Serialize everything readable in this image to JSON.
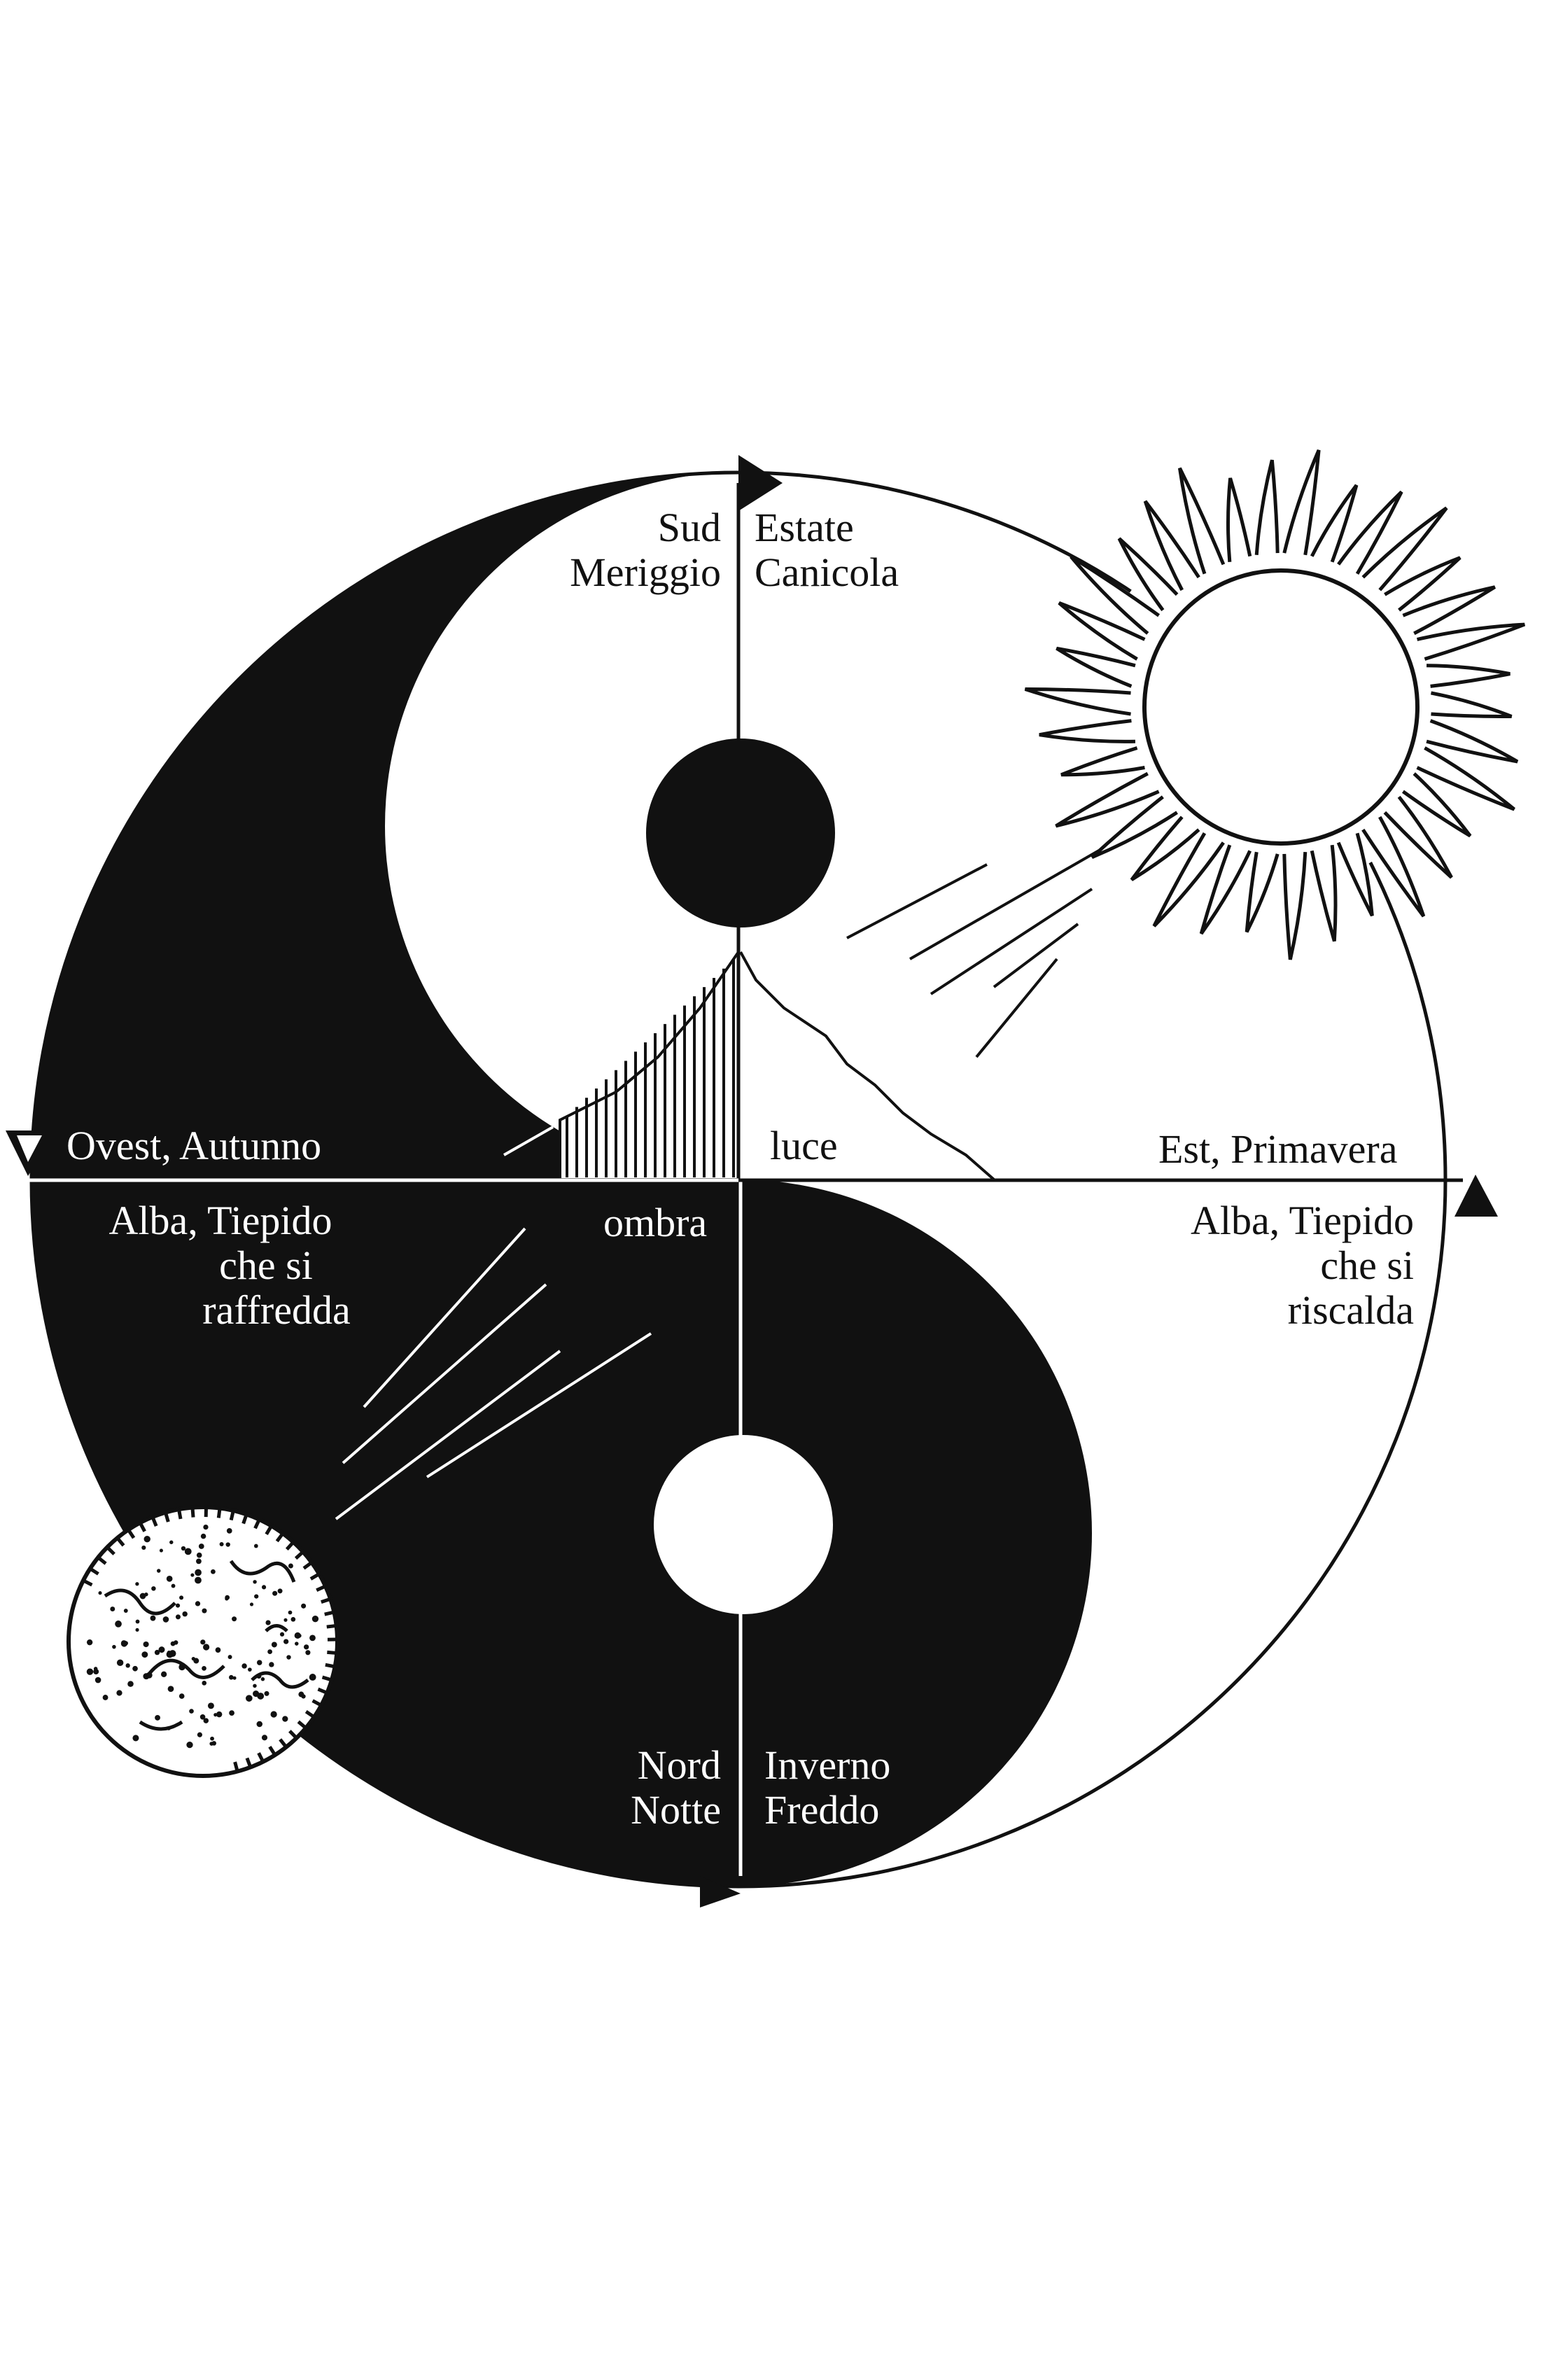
{
  "labels": {
    "south": "Sud",
    "midday": "Meriggio",
    "summer": "Estate",
    "heat": "Canicola",
    "west_autumn": "Ovest, Autunno",
    "east_spring": "Est, Primavera",
    "light": "luce",
    "shadow": "ombra",
    "dawn_cooling": [
      "Alba, Tiepido",
      "che si",
      "raffredda"
    ],
    "dawn_warming": [
      "Alba, Tiepido",
      "che si",
      "riscalda"
    ],
    "north": "Nord",
    "night": "Notte",
    "winter": "Inverno",
    "cold": "Freddo"
  },
  "icons": [
    "sun-icon",
    "moon-icon",
    "mountain-icon",
    "direction-arrow-icon"
  ],
  "colors": {
    "ink": "#111111",
    "paper": "#ffffff"
  }
}
